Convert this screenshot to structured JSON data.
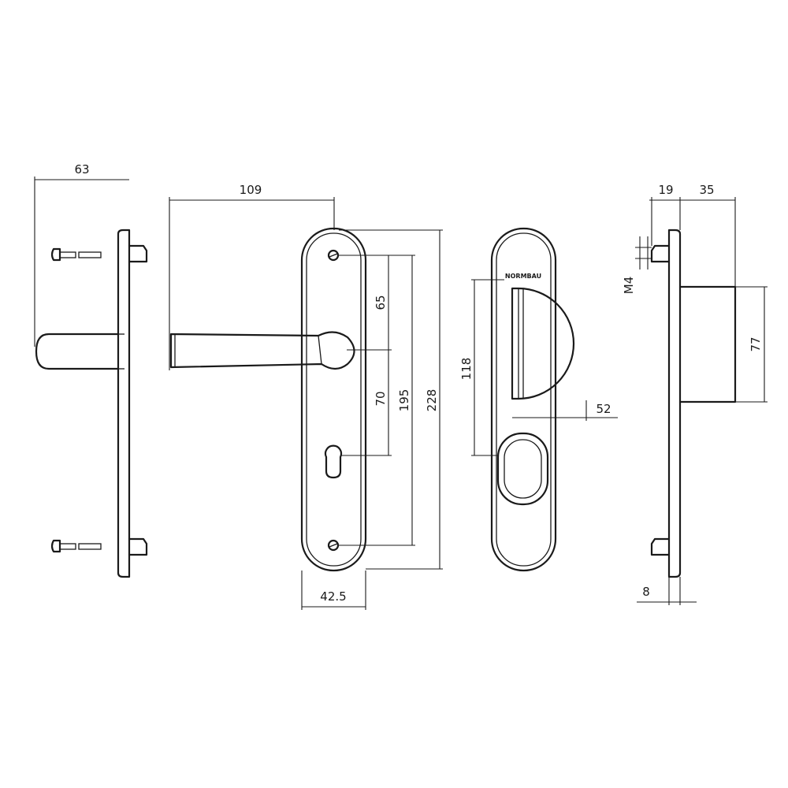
{
  "brand_label": "NORMBAU",
  "dimensions": {
    "projection": "63",
    "lever_length": "109",
    "plate_width": "42.5",
    "screw_to_lever": "65",
    "lever_to_cylinder": "70",
    "screw_spacing": "195",
    "plate_height": "228",
    "cover_height": "118",
    "cover_depth": "52",
    "side_offset": "19",
    "side_depth": "35",
    "thread": "M4",
    "side_height": "77",
    "plate_thickness": "8"
  }
}
